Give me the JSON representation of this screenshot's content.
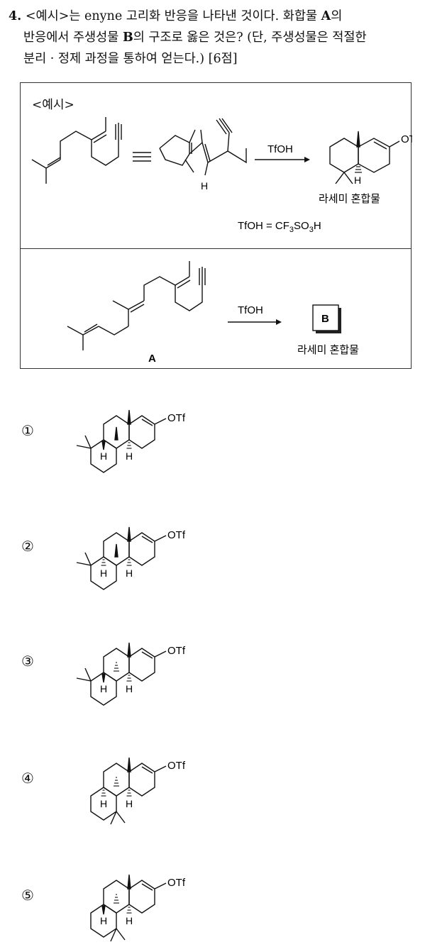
{
  "question": {
    "number": "4.",
    "line1_a": "<예시>는 enyne 고리화 반응을 나타낸 것이다. 화합물 ",
    "line1_b": "A",
    "line1_c": "의",
    "line2_a": "반응에서 주생성물 ",
    "line2_b": "B",
    "line2_c": "의 구조로 옳은 것은? (단, 주생성물은 적절한",
    "line3": "분리 · 정제 과정을 통하여 얻는다.) [6점]"
  },
  "example": {
    "label": "<예시>",
    "reagent": "TfOH",
    "otf": "OTf",
    "h": "H",
    "racemic": "라세미 혼합물",
    "definition": "TfOH = CF",
    "def_sub1": "3",
    "def_mid": "SO",
    "def_sub2": "3",
    "def_end": "H"
  },
  "problem": {
    "reagent": "TfOH",
    "product": "B",
    "compound": "A",
    "racemic": "라세미 혼합물"
  },
  "options": [
    {
      "label": "①",
      "otf": "OTf",
      "h1": "H",
      "h2": "H"
    },
    {
      "label": "②",
      "otf": "OTf",
      "h1": "H",
      "h2": "H"
    },
    {
      "label": "③",
      "otf": "OTf",
      "h1": "H",
      "h2": "H"
    },
    {
      "label": "④",
      "otf": "OTf",
      "h1": "H",
      "h2": "H"
    },
    {
      "label": "⑤",
      "otf": "OTf",
      "h1": "H",
      "h2": "H"
    }
  ]
}
